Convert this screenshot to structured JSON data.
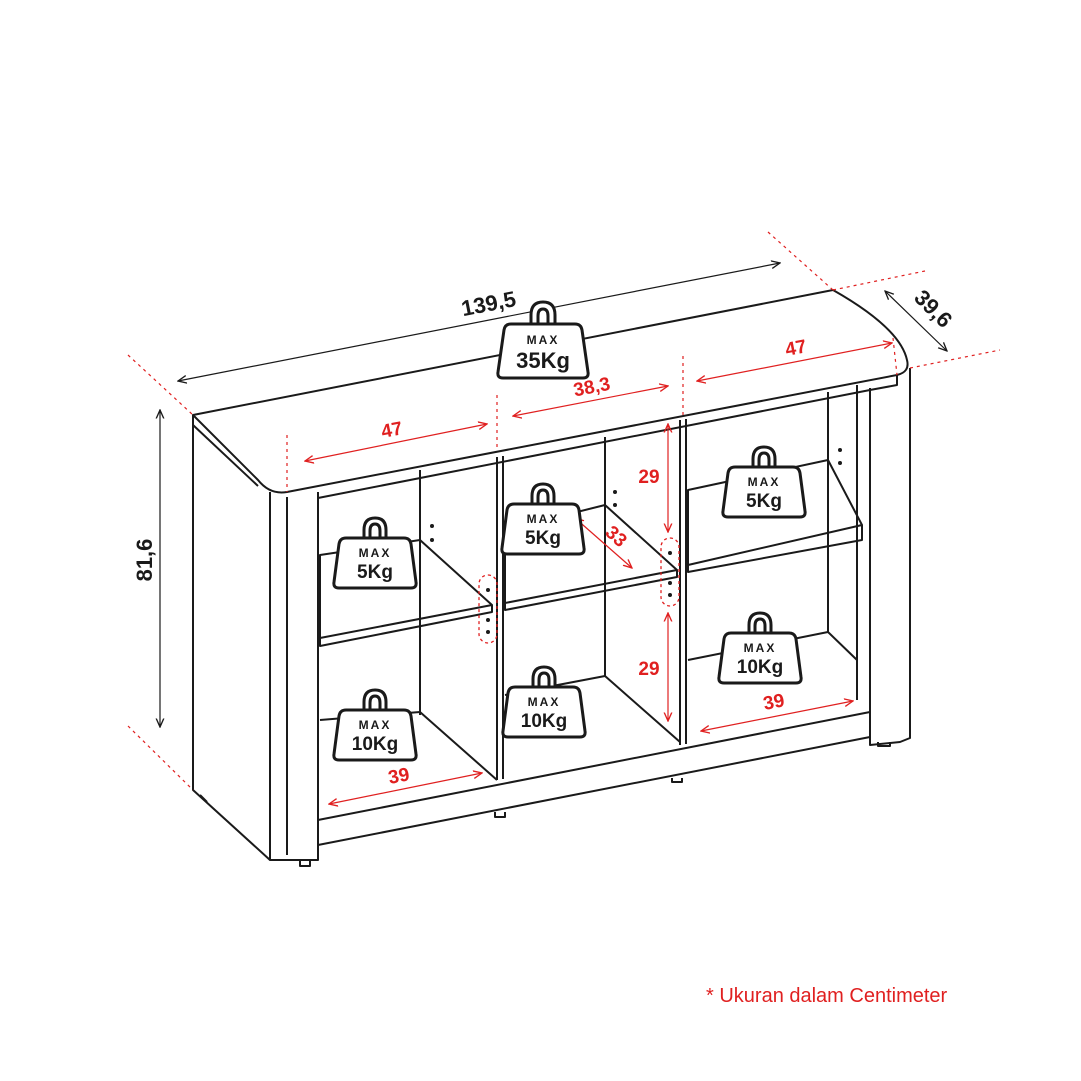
{
  "dimensions": {
    "overall_width": "139,5",
    "depth": "39,6",
    "height": "81,6",
    "top_left_compartment_width": "47",
    "top_right_compartment_width": "47",
    "middle_compartment_width": "38,3",
    "shelf_depth": "33",
    "upper_shelf_height": "29",
    "lower_shelf_height": "29",
    "bottom_left_inner_width": "39",
    "bottom_right_inner_width": "39"
  },
  "weights": {
    "max_label": "MAX",
    "top": "35Kg",
    "left_upper": "5Kg",
    "middle_upper": "5Kg",
    "right_upper": "5Kg",
    "left_lower": "10Kg",
    "middle_lower": "10Kg",
    "right_lower": "10Kg"
  },
  "footnote": "* Ukuran dalam Centimeter",
  "colors": {
    "line": "#1a1a1a",
    "accent": "#e02020"
  }
}
